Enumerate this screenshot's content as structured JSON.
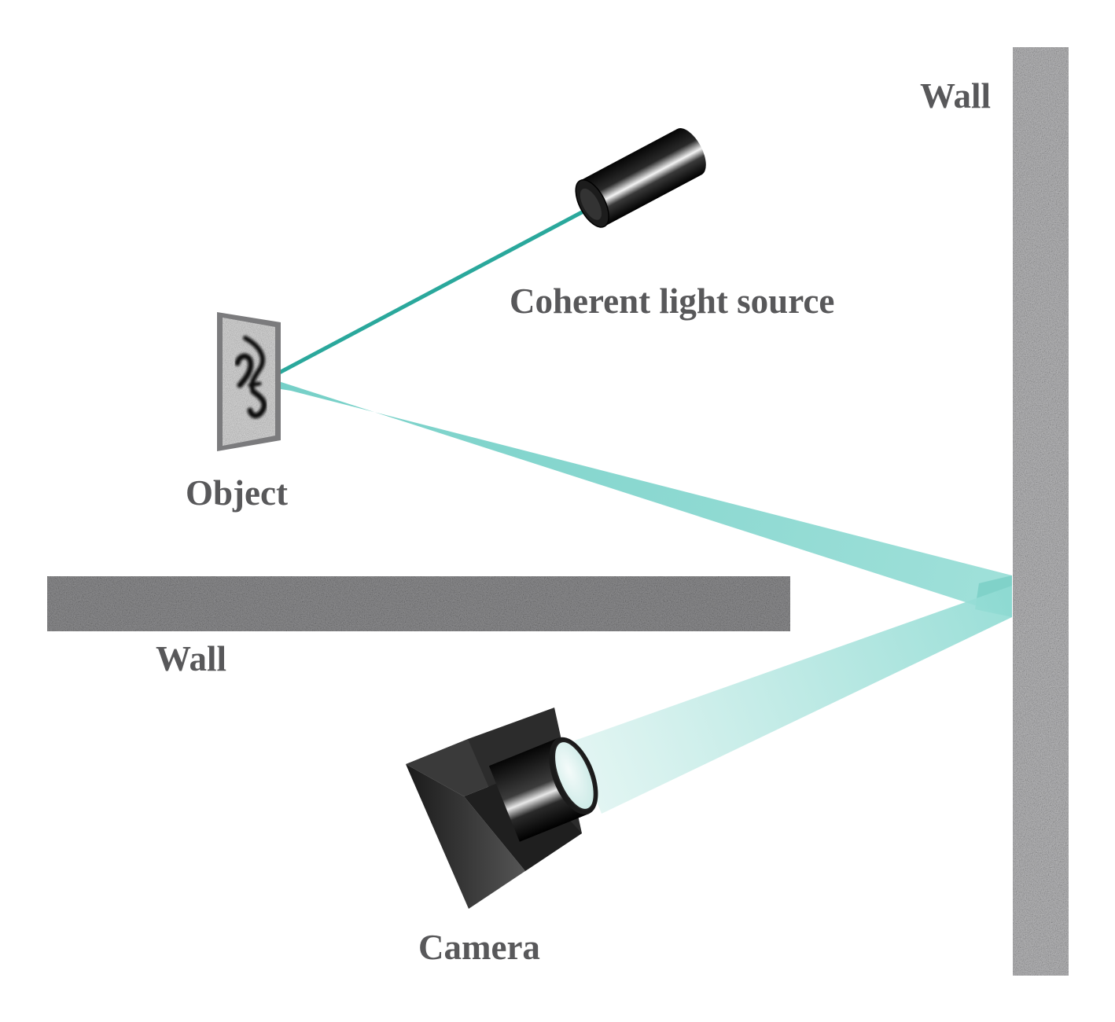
{
  "labels": {
    "wall_right": "Wall",
    "light_source": "Coherent light source",
    "object": "Object",
    "wall_left": "Wall",
    "camera": "Camera"
  },
  "colors": {
    "beam": "#2aa89c",
    "beam_light": "#7dd3cb",
    "wall": "#b9b9bb",
    "wall_dark": "#8c8c8c",
    "label_text": "#58585a"
  },
  "icons": {
    "light_source": "laser-cylinder-icon",
    "camera": "camera-icon",
    "object": "handwritten-digit-object"
  }
}
